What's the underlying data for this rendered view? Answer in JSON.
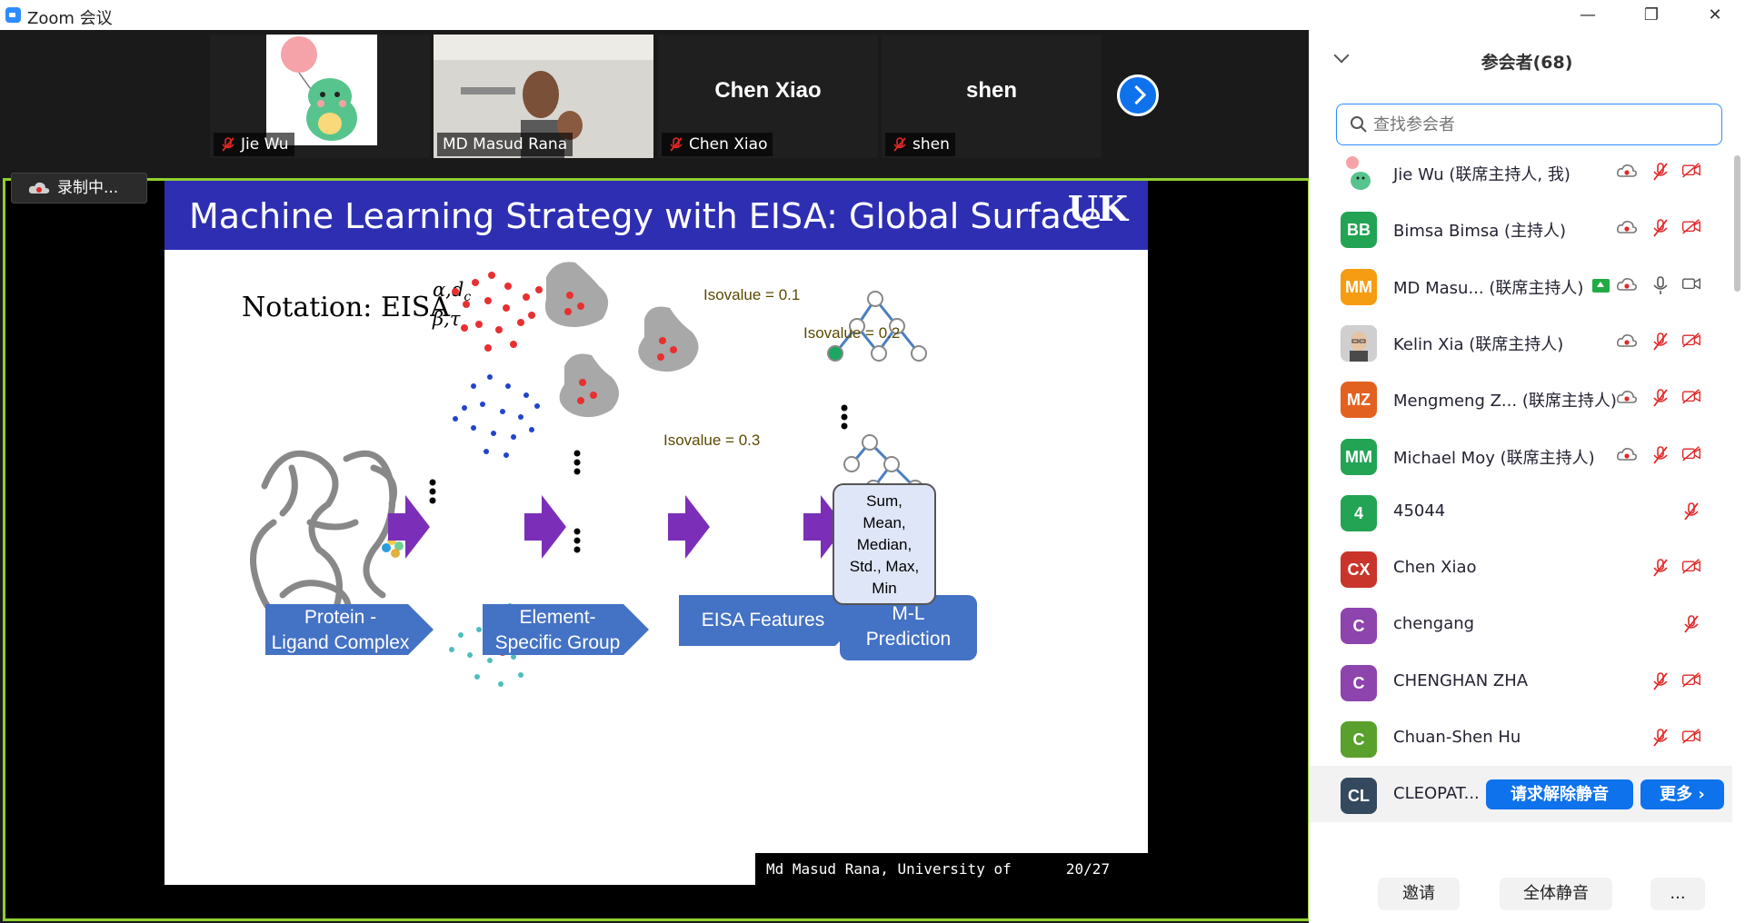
{
  "window": {
    "title": "Zoom 会议",
    "minimize": "—",
    "restore": "❐",
    "close": "✕"
  },
  "gallery": {
    "tiles": [
      {
        "name": "Jie Wu",
        "muted": true
      },
      {
        "name": "MD Masud Rana",
        "muted": false
      },
      {
        "name": "Chen Xiao",
        "muted": true
      },
      {
        "name": "shen",
        "muted": true
      }
    ]
  },
  "recording": {
    "label": "录制中..."
  },
  "slide": {
    "title": "Machine Learning Strategy with EISA: Global Surface",
    "logo_text": "UK",
    "notation_prefix": "Notation:",
    "notation_base": "EISA",
    "notation_super": "α,d",
    "notation_super_sub": "c",
    "notation_sub": "β,τ",
    "isovalues": [
      "Isovalue = 0.1",
      "Isovalue = 0.2",
      "Isovalue = 0.3"
    ],
    "stats": [
      "Sum,",
      "Mean,",
      "Median,",
      "Std., Max,",
      "Min"
    ],
    "flow": [
      {
        "line1": "Protein -",
        "line2": "Ligand Complex"
      },
      {
        "line1": "Element-",
        "line2": "Specific Group"
      },
      {
        "line1": "EISA Features",
        "line2": ""
      },
      {
        "line1": "M-L",
        "line2": "Prediction"
      }
    ],
    "footer_author": "Md Masud Rana, University of Kentucky",
    "footer_page": "20/27",
    "nav_glyphs": "◂ ▢ ▸ ◂ ▢ ▸ ◂ ≡ ▸ ◂ ≡ ▸ ≡ ↶↷"
  },
  "panel": {
    "title": "参会者(68)",
    "search_placeholder": "查找参会者",
    "participants": [
      {
        "initials": "",
        "name": "Jie Wu (联席主持人, 我)",
        "color": "#ffffff",
        "avatar": "dino"
      },
      {
        "initials": "BB",
        "name": "Bimsa Bimsa (主持人)",
        "color": "#23a455"
      },
      {
        "initials": "MM",
        "name": "MD Masu... (联席主持人)",
        "color": "#f59c12"
      },
      {
        "initials": "",
        "name": "Kelin Xia (联席主持人)",
        "color": "#8a8a8a",
        "avatar": "photo"
      },
      {
        "initials": "MZ",
        "name": "Mengmeng Z... (联席主持人)",
        "color": "#e36120"
      },
      {
        "initials": "MM",
        "name": "Michael Moy (联席主持人)",
        "color": "#23a455"
      },
      {
        "initials": "4",
        "name": "45044",
        "color": "#23a455"
      },
      {
        "initials": "CX",
        "name": "Chen Xiao",
        "color": "#c9352b"
      },
      {
        "initials": "C",
        "name": "chengang",
        "color": "#8e44ad"
      },
      {
        "initials": "C",
        "name": "CHENGHAN ZHA",
        "color": "#8e44ad"
      },
      {
        "initials": "C",
        "name": "Chuan-Shen Hu",
        "color": "#5aa02c"
      },
      {
        "initials": "CL",
        "name": "CLEOPAT...",
        "color": "#34495e"
      }
    ],
    "unmute_request": "请求解除静音",
    "more": "更多 ›",
    "invite": "邀请",
    "mute_all": "全体静音",
    "ellipsis": "..."
  }
}
